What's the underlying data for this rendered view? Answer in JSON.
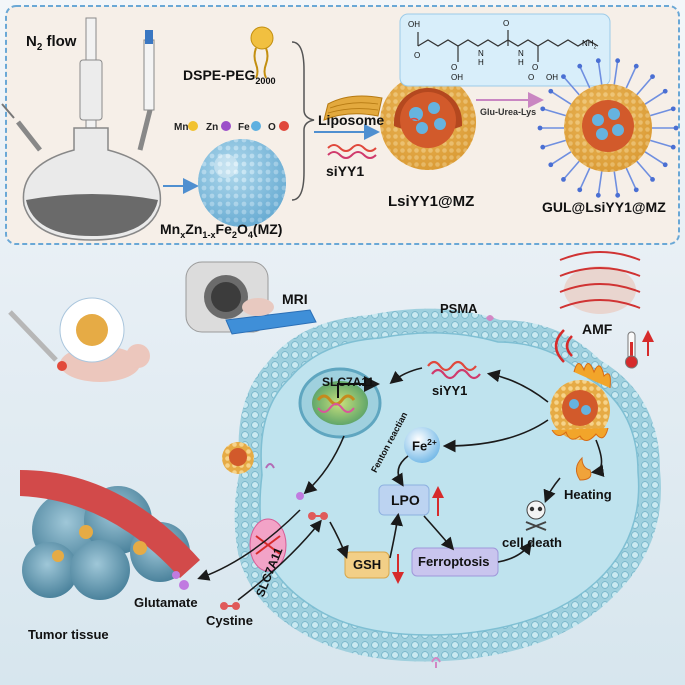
{
  "synthesis": {
    "n2_flow": "N",
    "n2_sub": "2",
    "n2_suffix": " flow",
    "dspe_peg": "DSPE-PEG",
    "dspe_sub": "2000",
    "liposome": "Liposome",
    "siyy1": "siYY1",
    "glu_urea_lys": "Glu-Urea-Lys",
    "lsiyy1_mz": "LsiYY1@MZ",
    "gul_lsiyy1_mz": "GUL@LsiYY1@MZ",
    "mz_formula": {
      "a": "Mn",
      "a_sub": "x",
      "b": "Zn",
      "b_sub": "1-x",
      "c": "Fe",
      "c_sub": "2",
      "d": "O",
      "d_sub": "4",
      "e": "(MZ)"
    },
    "legend": [
      {
        "label": "Mn",
        "color": "#f2c230"
      },
      {
        "label": "Zn",
        "color": "#9c4fc9"
      },
      {
        "label": "Fe",
        "color": "#5fb0e0"
      },
      {
        "label": "O",
        "color": "#e0483c"
      }
    ],
    "molecule_labels": {
      "oh1": "OH",
      "oh2": "OH",
      "oh3": "OH",
      "o1": "O",
      "o2": "O",
      "o3": "O",
      "o4": "O",
      "o5": "O",
      "h1": "H",
      "h2": "H",
      "n1": "N",
      "n2": "N",
      "nh2": "NH",
      "nh2_sub": "2"
    }
  },
  "biology": {
    "mri": "MRI",
    "psma": "PSMA",
    "amf": "AMF",
    "slc7a11_gene": "SLC7A11",
    "siyy1_cell": "siYY1",
    "fe2": "Fe",
    "fe2_sup": "2+",
    "fenton": "Fenton reactian",
    "lpo": "LPO",
    "gsh": "GSH",
    "ferroptosis": "Ferroptosis",
    "cell_death": "cell death",
    "heating": "Heating",
    "slc7a11_transporter": "SLC7A11",
    "glutamate": "Glutamate",
    "cystine": "Cystine",
    "tumor_tissue": "Tumor tissue"
  },
  "colors": {
    "box_border": "#6aa8d6",
    "box_fill": "#f6efe8",
    "arrow_blue": "#4f8fd0",
    "arrow_black": "#1a1a1a",
    "red_arrow": "#d62b2b",
    "membrane": "#8cc9db",
    "cell_fill": "#bfe3ee",
    "pill_lpo": "#bcd3f1",
    "pill_gsh": "#f2cf87",
    "pill_ferro": "#c9c5ee",
    "liposome": "#e3a93e"
  }
}
